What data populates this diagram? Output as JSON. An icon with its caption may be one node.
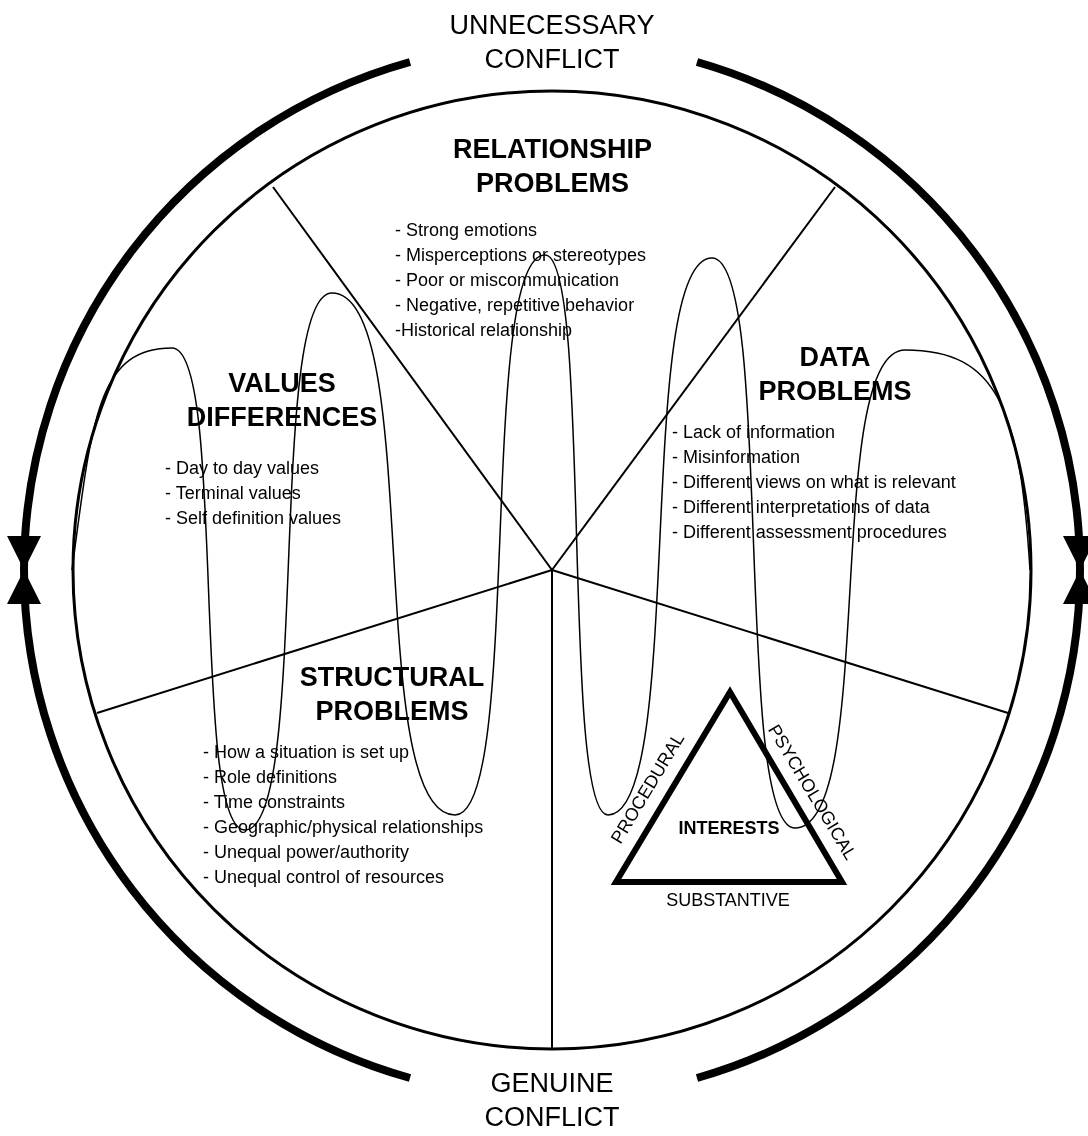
{
  "diagram": {
    "nodes": [
      {
        "text": [],
        "shape": "circle"
      },
      {
        "text": [
          "UNNECESSARY CONFLICT"
        ]
      },
      {
        "text": [
          "GENUINE CONFLICT"
        ]
      },
      {
        "text": [
          "RELATIONSHIP PROBLEMS",
          "- Strong emotions",
          "- Misperceptions or stereotypes",
          "- Poor or miscommunication",
          "- Negative, repetitive behavior",
          "-Historical relationship"
        ],
        "in": 0
      },
      {
        "text": [
          "VALUES DIFFERENCES",
          "- Day to day values",
          "- Terminal values",
          "- Self definition values"
        ],
        "in": 0
      },
      {
        "text": [
          "DATA PROBLEMS",
          "- Lack of information",
          "- Misinformation",
          "- Different views on what is relevant",
          "- Different interpretations of data",
          "- Different assessment procedures"
        ],
        "in": 0
      },
      {
        "text": [
          "STRUCTURAL PROBLEMS",
          "- How a situation is set up",
          "- Role definitions",
          "- Time constraints",
          "- Geographic/physical relationships",
          "- Unequal power/authority",
          "- Unequal control of resources"
        ],
        "in": 0
      },
      {
        "text": [
          "INTERESTS"
        ],
        "beside": [
          "PROCEDURAL",
          "PSYCHOLOGICAL",
          "SUBSTANTIVE"
        ],
        "in": 0
      }
    ],
    "edges": [
      {
        "from": 1,
        "to": null,
        "arrow": "to"
      },
      {
        "from": 1,
        "to": null,
        "arrow": "to"
      },
      {
        "from": 2,
        "to": null,
        "arrow": "to"
      },
      {
        "from": 2,
        "to": null,
        "arrow": "to"
      }
    ]
  }
}
